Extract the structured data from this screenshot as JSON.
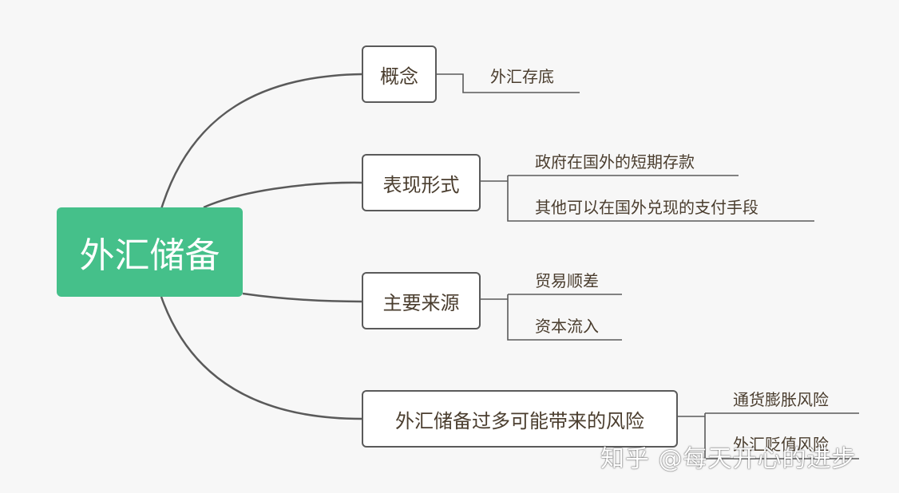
{
  "root": {
    "label": "外汇储备",
    "color": "#45c08a"
  },
  "branches": [
    {
      "id": "concept",
      "label": "概念",
      "leaves": [
        "外汇存底"
      ]
    },
    {
      "id": "forms",
      "label": "表现形式",
      "leaves": [
        "政府在国外的短期存款",
        "其他可以在国外兑现的支付手段"
      ]
    },
    {
      "id": "sources",
      "label": "主要来源",
      "leaves": [
        "贸易顺差",
        "资本流入"
      ]
    },
    {
      "id": "risks",
      "label": "外汇储备过多可能带来的风险",
      "leaves": [
        "通货膨胀风险",
        "外汇贬值风险"
      ]
    }
  ],
  "watermark": "知乎 @每天开心的进步",
  "line_color": "#5a5a5a"
}
